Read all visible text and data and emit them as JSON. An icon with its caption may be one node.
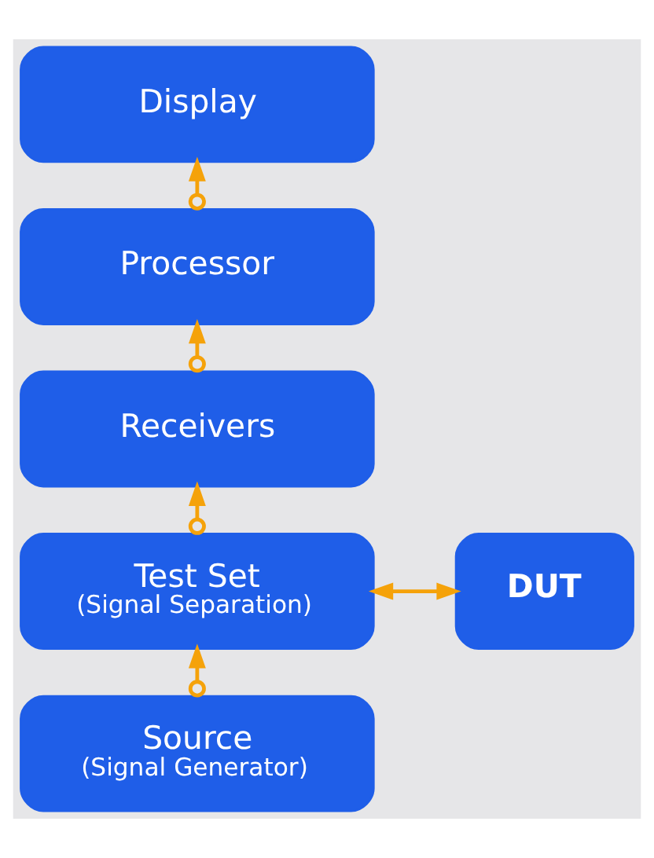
{
  "diagram": {
    "nodes": [
      {
        "text": [
          "Display"
        ]
      },
      {
        "text": [
          "Processor"
        ]
      },
      {
        "text": [
          "Receivers"
        ]
      },
      {
        "text": [
          "Test Set",
          "(Signal Separation)"
        ]
      },
      {
        "text": [
          "DUT"
        ]
      },
      {
        "text": [
          "Source",
          "(Signal Generator)"
        ]
      }
    ],
    "edges": [
      {
        "from": 1,
        "to": 0,
        "arrow": "to"
      },
      {
        "from": 2,
        "to": 1,
        "arrow": "to"
      },
      {
        "from": 3,
        "to": 2,
        "arrow": "to"
      },
      {
        "from": 3,
        "to": 4,
        "arrow": "both"
      },
      {
        "from": 5,
        "to": 3,
        "arrow": "to"
      }
    ]
  }
}
